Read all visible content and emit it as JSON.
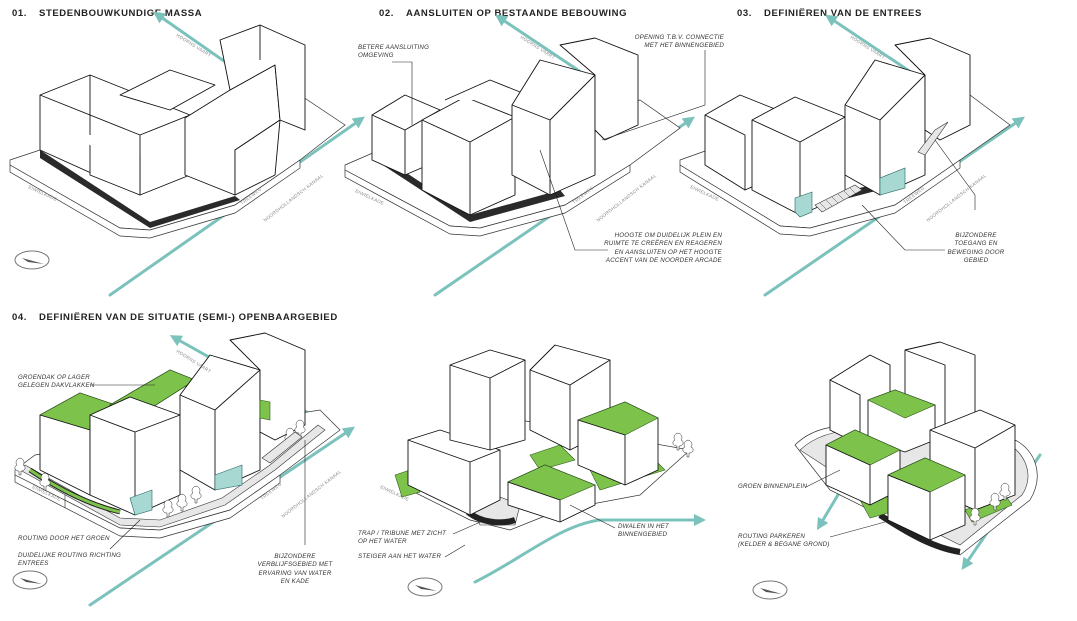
{
  "titles": {
    "s1": {
      "num": "01.",
      "text": "STEDENBOUWKUNDIGE MASSA"
    },
    "s2": {
      "num": "02.",
      "text": "AANSLUITEN OP BESTAANDE BEBOUWING"
    },
    "s3": {
      "num": "03.",
      "text": "DEFINIËREN VAN DE ENTREES"
    },
    "s4": {
      "num": "04.",
      "text": "DEFINIËREN VAN DE SITUATIE  (SEMI-) OPENBAARGEBIED"
    }
  },
  "streets": {
    "hoogvliet": "HOORNS VAART",
    "eiland": "EIWIELKADE",
    "trees": "TREEWEG",
    "kanaal": "NOORDHOLLANDSCH KANAAL"
  },
  "annotations": {
    "betere": [
      "BETERE AANSLUITING",
      "OMGEVING"
    ],
    "opening": [
      "OPENING T.B.V. CONNECTIE",
      "MET HET BINNENGEBIED"
    ],
    "hoogte": [
      "HOOGTE OM DUIDELIJK PLEIN EN",
      "RUIMTE TE CREËREN EN REAGEREN",
      "EN AANSLUITEN OP HET HOOGTE",
      "ACCENT VAN DE NOORDER ARCADE"
    ],
    "bijzondere_toegang": [
      "BIJZONDERE",
      "TOEGANG EN",
      "BEWEGING DOOR",
      "GEBIED"
    ],
    "groendak": [
      "GROENDAK OP LAGER",
      "GELEGEN DAKVLAKKEN"
    ],
    "routing_groen": [
      "ROUTING DOOR HET GROEN"
    ],
    "duidelijke": [
      "DUIDELIJKE ROUTING RICHTING",
      "ENTREES"
    ],
    "verblijf": [
      "BIJZONDERE",
      "VERBLIJFSGEBIED MET",
      "ERVARING VAN WATER",
      "EN KADE"
    ],
    "trap": [
      "TRAP / TRIBUNE MET ZICHT",
      "OP HET WATER"
    ],
    "steiger": [
      "STEIGER AAN HET WATER"
    ],
    "dwalen": [
      "DWALEN IN HET",
      "BINNENGEBIED"
    ],
    "binnenplein": [
      "GROEN BINNENPLEIN"
    ],
    "parkeren": [
      "ROUTING PARKEREN",
      "(KELDER & BEGANE GROND)"
    ]
  },
  "colors": {
    "green_roof": "#7dc34b",
    "entrance_teal": "#a8d8d2",
    "route_arrow": "#7cc2bc",
    "building_line": "#111111"
  },
  "icons": {
    "compass": "north-arrow-icon",
    "tree": "tree-icon",
    "route": "route-arrow-icon"
  }
}
